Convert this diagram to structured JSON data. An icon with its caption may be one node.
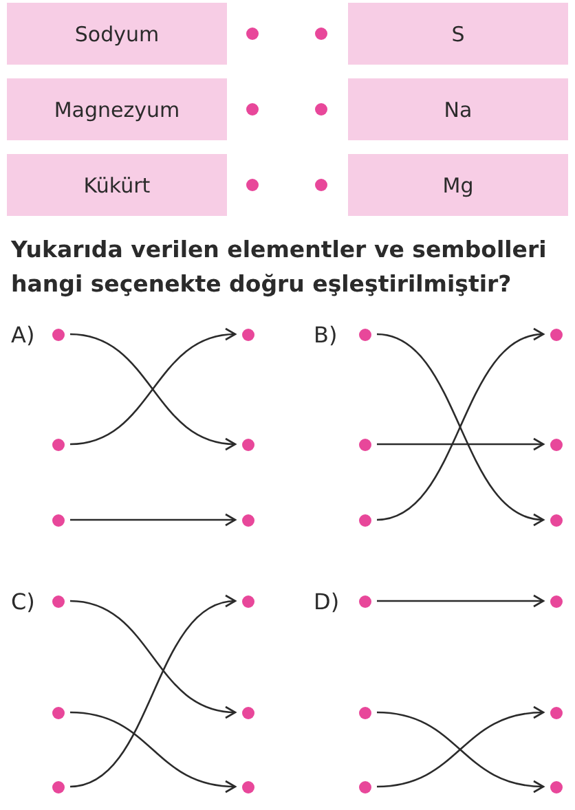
{
  "diagram": {
    "nodes": [
      {
        "text": [
          "Sodyum"
        ]
      },
      {
        "text": [],
        "shape": "circle"
      },
      {
        "text": [],
        "shape": "circle"
      },
      {
        "text": [
          "S"
        ]
      },
      {
        "text": [
          "Magnezyum"
        ]
      },
      {
        "text": [],
        "shape": "circle"
      },
      {
        "text": [],
        "shape": "circle"
      },
      {
        "text": [
          "Na"
        ]
      },
      {
        "text": [
          "Kükürt"
        ]
      },
      {
        "text": [],
        "shape": "circle"
      },
      {
        "text": [],
        "shape": "circle"
      },
      {
        "text": [
          "Mg"
        ]
      },
      {
        "text": [],
        "shape": "circle"
      },
      {
        "text": [],
        "shape": "circle"
      },
      {
        "text": [],
        "shape": "circle"
      },
      {
        "text": [],
        "shape": "circle"
      },
      {
        "text": [],
        "shape": "circle"
      },
      {
        "text": [],
        "shape": "circle"
      },
      {
        "text": [],
        "shape": "circle"
      },
      {
        "text": [],
        "shape": "circle"
      },
      {
        "text": [],
        "shape": "circle"
      },
      {
        "text": [],
        "shape": "circle"
      },
      {
        "text": [],
        "shape": "circle"
      },
      {
        "text": [],
        "shape": "circle"
      },
      {
        "text": [],
        "shape": "circle"
      },
      {
        "text": [],
        "shape": "circle"
      },
      {
        "text": [],
        "shape": "circle"
      },
      {
        "text": [],
        "shape": "circle"
      },
      {
        "text": [],
        "shape": "circle"
      },
      {
        "text": [],
        "shape": "circle"
      },
      {
        "text": [],
        "shape": "circle"
      },
      {
        "text": [],
        "shape": "circle"
      },
      {
        "text": [],
        "shape": "circle"
      },
      {
        "text": [],
        "shape": "circle"
      },
      {
        "text": [],
        "shape": "circle"
      },
      {
        "text": [],
        "shape": "circle"
      }
    ],
    "edges": [
      {
        "from": 12,
        "to": 15,
        "arrow": "to"
      },
      {
        "from": 14,
        "to": 13,
        "arrow": "to"
      },
      {
        "from": 16,
        "to": 17,
        "arrow": "to"
      },
      {
        "from": 18,
        "to": 23,
        "arrow": "to"
      },
      {
        "from": 20,
        "to": 21,
        "arrow": "to"
      },
      {
        "from": 22,
        "to": 19,
        "arrow": "to"
      },
      {
        "from": 24,
        "to": 27,
        "arrow": "to"
      },
      {
        "from": 26,
        "to": 29,
        "arrow": "to"
      },
      {
        "from": 28,
        "to": 25,
        "arrow": "to"
      },
      {
        "from": 30,
        "to": 31,
        "arrow": "to"
      },
      {
        "from": 32,
        "to": 35,
        "arrow": "to"
      },
      {
        "from": 34,
        "to": 33,
        "arrow": "to"
      }
    ],
    "labels": [
      "Yukarıda verilen elementler ve sembolleri hangi seçenekte doğru eşleştirilmiştir?",
      "A)",
      "B)",
      "C)",
      "D)"
    ]
  }
}
